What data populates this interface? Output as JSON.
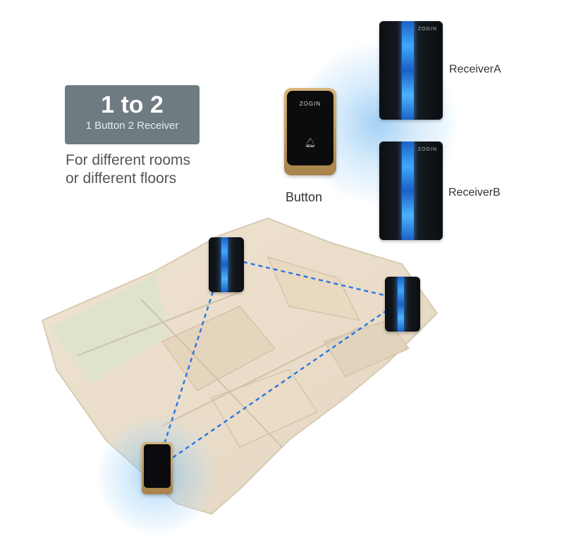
{
  "badge": {
    "title": "1 to 2",
    "subtitle": "1 Button 2 Receiver"
  },
  "description": {
    "line1": "For different rooms",
    "line2": "or different floors"
  },
  "devices": {
    "button_label": "Button",
    "receiver_a_label": "ReceiverA",
    "receiver_b_label": "ReceiverB",
    "brand": "ZOGIN"
  },
  "colors": {
    "badge_bg": "#6e7b80",
    "signal_line": "#2f78e0",
    "receiver_strip": "#3fa7ff",
    "button_frame": "#c8a565"
  },
  "icons": {
    "button_face": "bell-icon"
  }
}
